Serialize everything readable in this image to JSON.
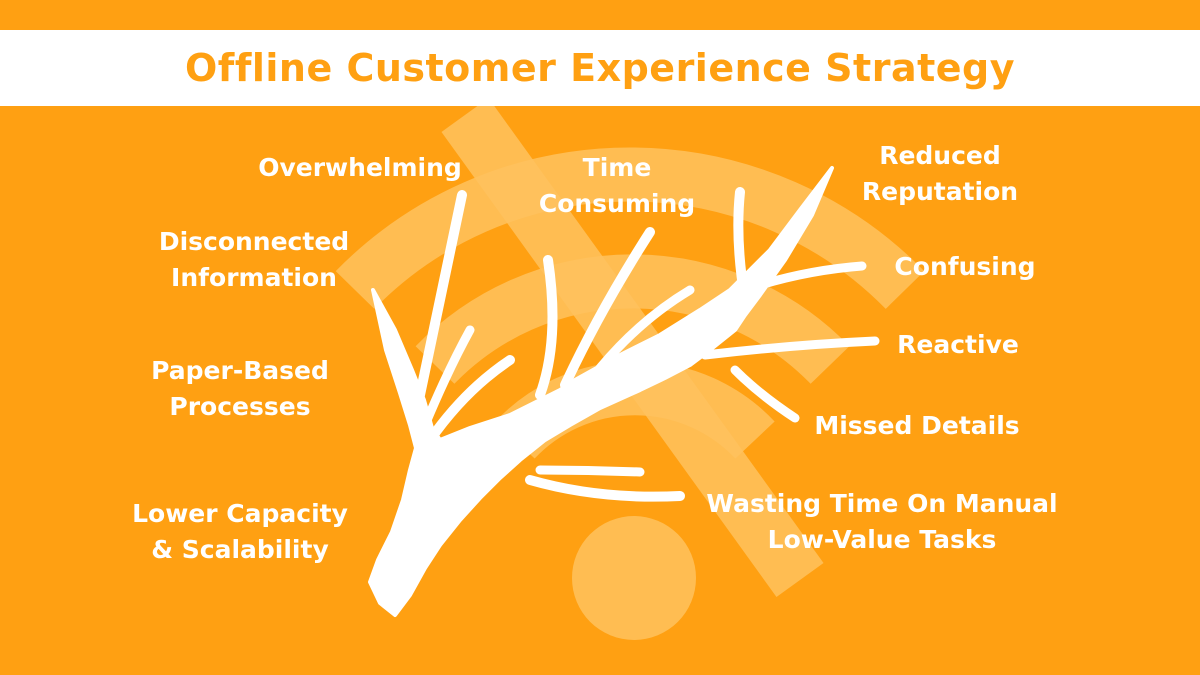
{
  "title": "Offline Customer Experience Strategy",
  "colors": {
    "background": "#FFA012",
    "title_band": "#FFFFFF",
    "title_text": "#FFA012",
    "tree": "#FFFFFF",
    "label_text": "#FFFFFF",
    "wifi_icon": "#FFC25E"
  },
  "icons": {
    "background": "wifi-off-icon",
    "main": "dead-tree-branch-icon"
  },
  "labels": {
    "overwhelming": "Overwhelming",
    "disconnected": [
      "Disconnected",
      "Information"
    ],
    "paper_based": [
      "Paper-Based",
      "Processes"
    ],
    "lower_capacity": [
      "Lower Capacity",
      "& Scalability"
    ],
    "time_consuming": [
      "Time",
      "Consuming"
    ],
    "reduced_reputation": [
      "Reduced",
      "Reputation"
    ],
    "confusing": "Confusing",
    "reactive": "Reactive",
    "missed_details": "Missed Details",
    "wasting_time": [
      "Wasting Time On Manual",
      "Low-Value Tasks"
    ]
  }
}
